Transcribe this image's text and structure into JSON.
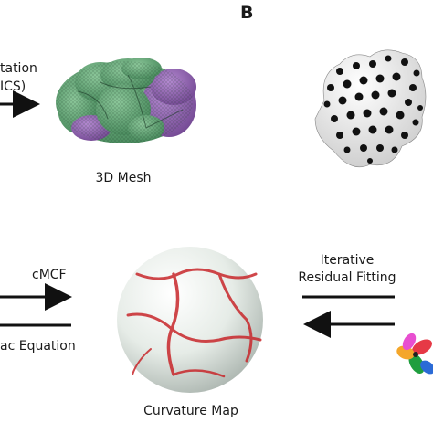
{
  "panel_label": "B",
  "labels": {
    "seg_top": "tation",
    "seg_bottom": "ICS)",
    "mesh": "3D Mesh",
    "cmcf": "cMCF",
    "equation": "ac Equation",
    "iterative": "Iterative",
    "residual": "Residual Fitting",
    "curvature": "Curvature Map"
  },
  "colors": {
    "mesh_green": "#5fa772",
    "mesh_purple": "#8d5cae",
    "dot_black": "#111111",
    "sphere_red": "#c8272b",
    "arrow": "#111111"
  },
  "icons": [
    "segmentation-arrow-icon",
    "mesh-cell-cluster",
    "spotted-blob-shape",
    "cmcf-arrow-icon",
    "equation-arrow-icon",
    "curvature-sphere",
    "iterative-arrow-icon",
    "residual-arrow-icon",
    "harmonic-flower-shape"
  ]
}
